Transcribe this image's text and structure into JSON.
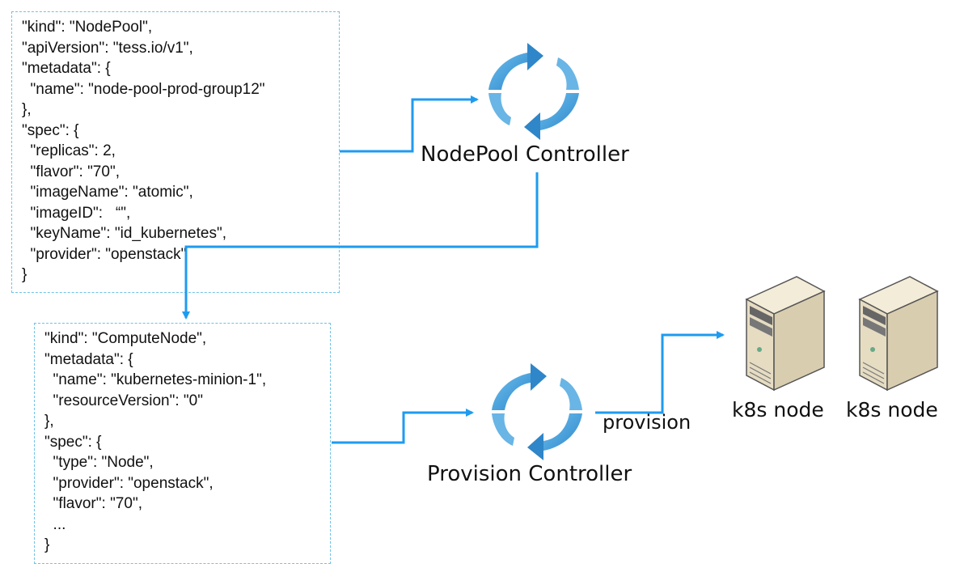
{
  "nodepool_spec": {
    "lines": [
      "\"kind\": \"NodePool\",",
      "\"apiVersion\": \"tess.io/v1\",",
      "\"metadata\": {",
      "  \"name\": \"node-pool-prod-group12\"",
      "},",
      "\"spec\": {",
      "  \"replicas\": 2,",
      "  \"flavor\": \"70\",",
      "  \"imageName\": \"atomic\",",
      "  \"imageID\":   “\",",
      "  \"keyName\": \"id_kubernetes\",",
      "  \"provider\": \"openstack\"",
      "}"
    ]
  },
  "computenode_spec": {
    "lines": [
      "\"kind\": \"ComputeNode\",",
      "\"metadata\": {",
      "  \"name\": \"kubernetes-minion-1\",",
      "  \"resourceVersion\": \"0\"",
      "},",
      "\"spec\": {",
      "  \"type\": \"Node\",",
      "  \"provider\": \"openstack\",",
      "  \"flavor\": \"70\",",
      "  ...",
      "}"
    ]
  },
  "controllers": {
    "nodepool": {
      "label": "NodePool Controller",
      "icon": "refresh-cycle-icon"
    },
    "provision": {
      "label": "Provision Controller",
      "icon": "refresh-cycle-icon"
    }
  },
  "provision_arrow": {
    "label": "provision"
  },
  "nodes": [
    {
      "label": "k8s node",
      "icon": "server-tower-icon"
    },
    {
      "label": "k8s node",
      "icon": "server-tower-icon"
    }
  ],
  "colors": {
    "arrow": "#1e9bf0",
    "cycle_icon": "#3a98d6",
    "box_border": "#6ec3e6"
  }
}
